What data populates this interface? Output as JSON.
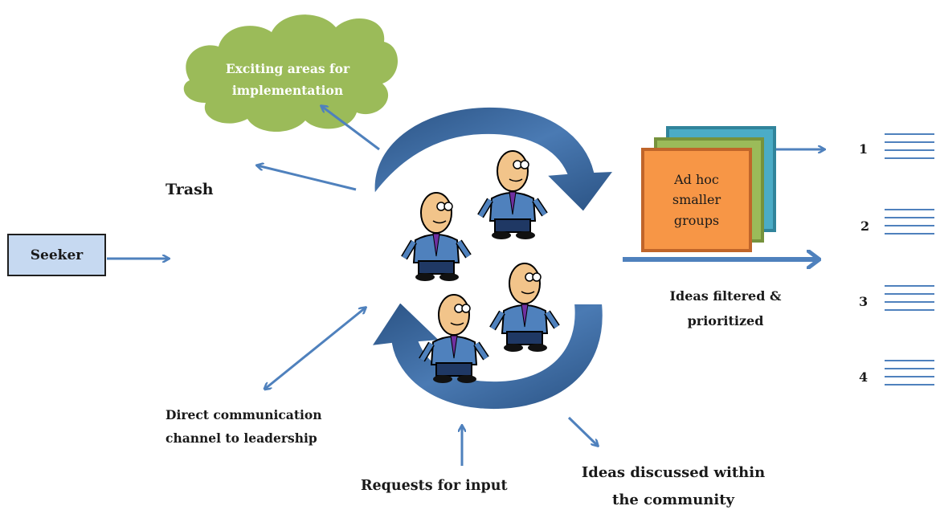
{
  "seeker": {
    "label": "Seeker"
  },
  "cloud": {
    "line1": "Exciting areas for",
    "line2": "implementation",
    "color": "#9bbb59"
  },
  "labels": {
    "trash": "Trash",
    "direct_line1": "Direct communication",
    "direct_line2": "channel to leadership",
    "requests": "Requests for input",
    "discussed_line1": "Ideas discussed within",
    "discussed_line2": "the community",
    "filtered_line1": "Ideas filtered &",
    "filtered_line2": "prioritized"
  },
  "groups": {
    "line1": "Ad hoc",
    "line2": "smaller",
    "line3": "groups"
  },
  "list_numbers": [
    "1",
    "2",
    "3",
    "4"
  ],
  "colors": {
    "arrow": "#4f81bd",
    "cycle_arrow": "#2f5a8a",
    "card_front": "#f79646",
    "card_front_border": "#c0652a",
    "card_middle": "#9bbb59",
    "card_back": "#4bacc6",
    "seeker_fill": "#c6d9f1"
  },
  "icons": [
    "person-icon",
    "person-icon",
    "person-icon",
    "person-icon"
  ]
}
